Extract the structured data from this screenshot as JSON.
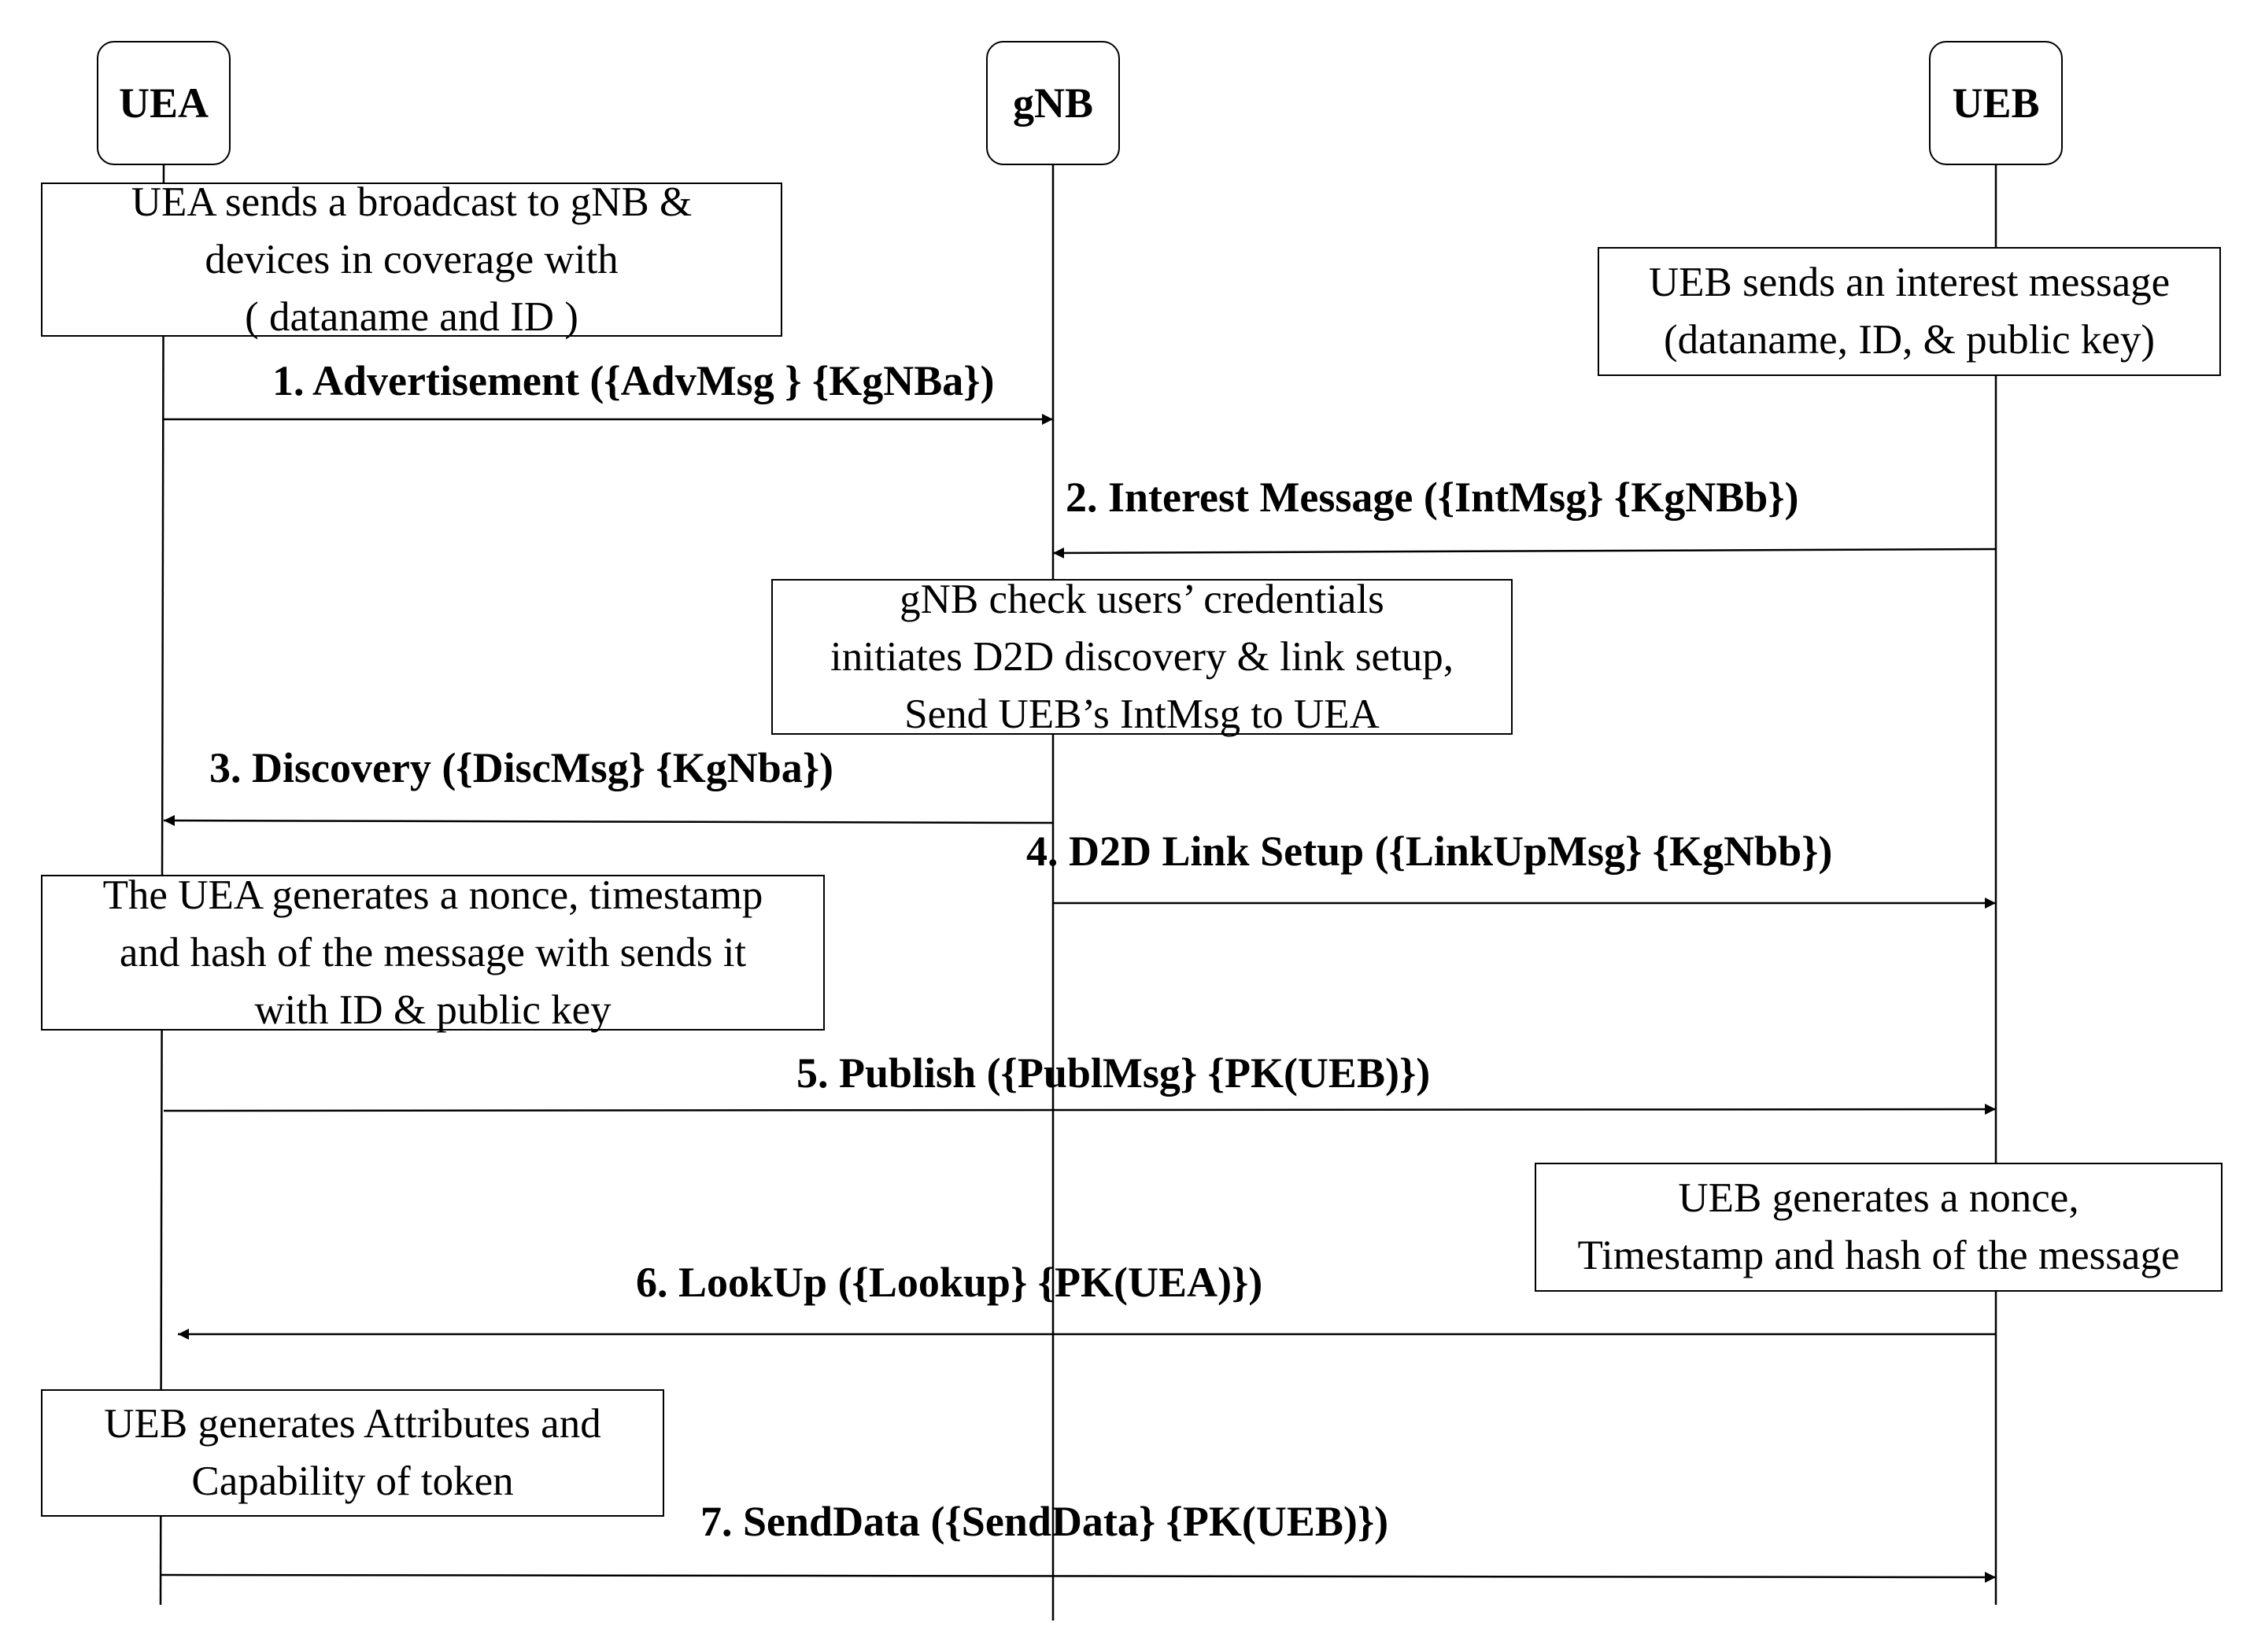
{
  "actors": {
    "uea": "UEA",
    "gnb": "gNB",
    "ueb": "UEB"
  },
  "notes": {
    "uea_broadcast": [
      "UEA sends a broadcast to gNB &",
      "devices in coverage with",
      "( dataname and ID )"
    ],
    "ueb_interest": [
      "UEB sends an interest message",
      "(dataname, ID, & public key)"
    ],
    "gnb_check": [
      "gNB check users’ credentials",
      "initiates D2D discovery & link setup,",
      "Send UEB’s IntMsg to UEA"
    ],
    "uea_generates": [
      "The UEA generates a nonce, timestamp",
      "and hash of the message with sends it",
      "with ID & public key"
    ],
    "ueb_generates": [
      "UEB generates a nonce,",
      "Timestamp and hash of the message"
    ],
    "ueb_attributes": [
      "UEB generates Attributes and",
      "Capability  of token"
    ]
  },
  "messages": {
    "m1": "1. Advertisement ({AdvMsg } {KgNBa})",
    "m2": "2. Interest Message ({IntMsg} {KgNBb})",
    "m3": "3. Discovery ({DiscMsg} {KgNba})",
    "m4": "4. D2D Link Setup ({LinkUpMsg} {KgNbb})",
    "m5": "5. Publish ({PublMsg} {PK(UEB)})",
    "m6": "6. LookUp ({Lookup} {PK(UEA)})",
    "m7": "7. SendData ({SendData} {PK(UEB)})"
  },
  "colors": {
    "line": "#000000",
    "background": "#ffffff"
  }
}
